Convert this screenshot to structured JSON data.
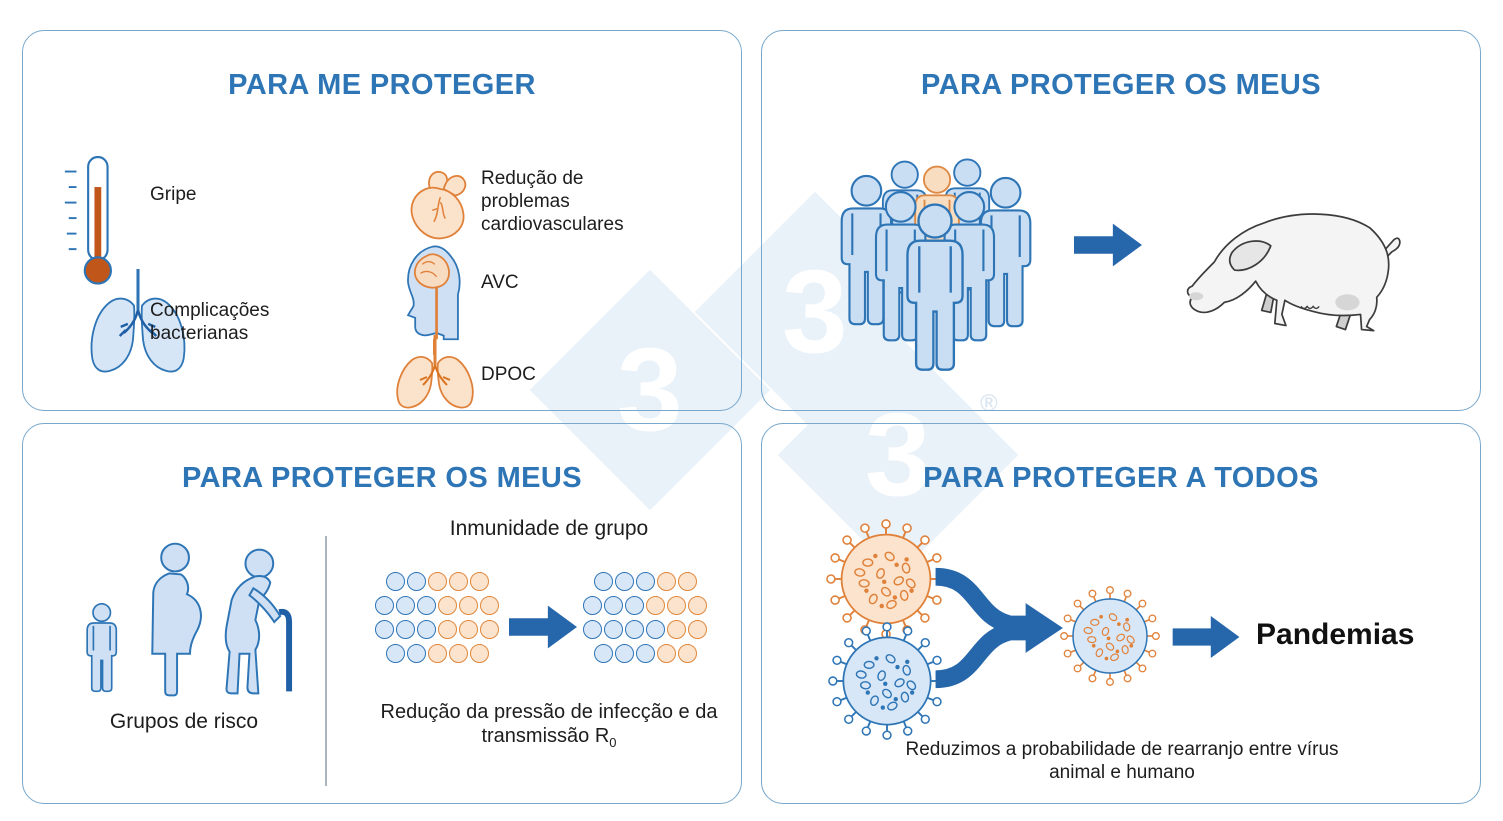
{
  "brand": {
    "digit": "3",
    "registered": "®"
  },
  "colors": {
    "title_blue": "#2e75b6",
    "arrow_blue": "#2667ac",
    "panel_border": "#79a8cc",
    "text": "#1d1d1d",
    "orange": "#e0813a",
    "orange_fill": "#fbe3cd",
    "blue_fill": "#d8e7f7",
    "person_fill": "#c9ddf3",
    "mercury": "#c0561a",
    "watermark": "#e9f1f9"
  },
  "panels": {
    "protect_me": {
      "title": "PARA ME PROTEGER",
      "items": [
        {
          "label": "Gripe"
        },
        {
          "label": "Complicações bacterianas"
        },
        {
          "label": "Redução de problemas cardiovasculares"
        },
        {
          "label": "AVC"
        },
        {
          "label": "DPOC"
        }
      ]
    },
    "protect_family": {
      "title": "PARA PROTEGER OS MEUS"
    },
    "protect_groups": {
      "title": "PARA PROTEGER OS MEUS",
      "risk_groups_label": "Grupos de risco",
      "herd_immunity_title": "Inmunidade de grupo",
      "herd_caption_line1": "Redução da pressão de infecção e da",
      "herd_caption_line2": "transmissão R",
      "herd_caption_subscript": "0",
      "herd_dots": {
        "before": [
          "bbooo",
          "bbbooo",
          "bbbooo",
          "bbooo"
        ],
        "after": [
          "bbboo",
          "bbbooo",
          "bbbboo",
          "bbboo"
        ]
      }
    },
    "protect_all": {
      "title": "PARA PROTEGER A TODOS",
      "outcome_label": "Pandemias",
      "caption_line1": "Reduzimos a probabilidade de rearranjo entre vírus",
      "caption_line2": "animal e humano"
    }
  }
}
